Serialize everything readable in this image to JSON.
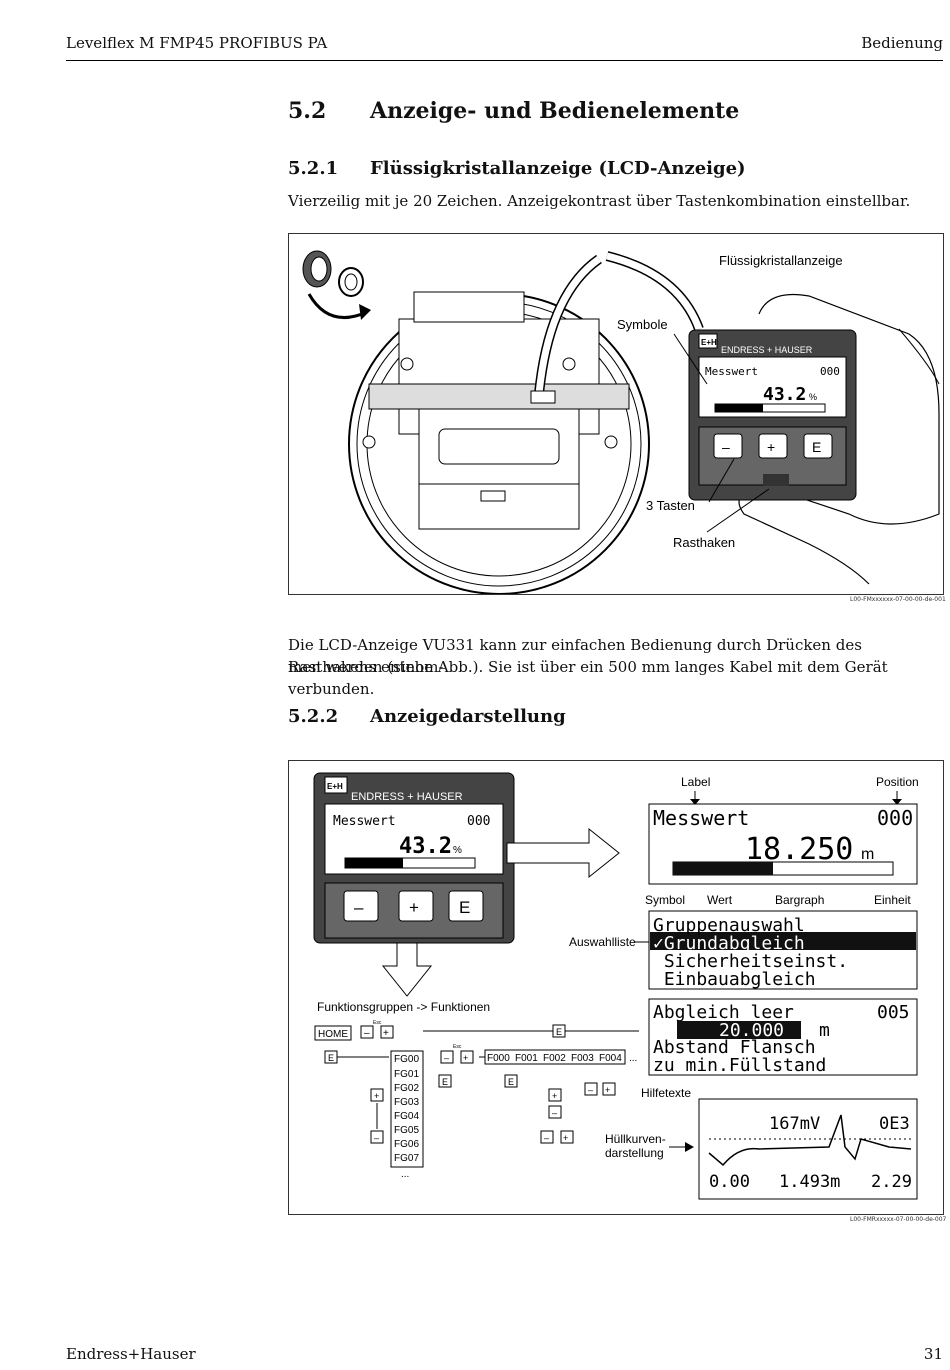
{
  "header": {
    "product": "Levelflex M FMP45 PROFIBUS PA",
    "chapter": "Bedienung"
  },
  "section": {
    "number": "5.2",
    "title": "Anzeige- und Bedienelemente"
  },
  "subsection1": {
    "number": "5.2.1",
    "title": "Flüssigkristallanzeige (LCD-Anzeige)"
  },
  "para1": "Vierzeilig mit je 20 Zeichen. Anzeigekontrast über Tastenkombination einstellbar.",
  "figure1": {
    "label_lcd": "Flüssigkristallanzeige",
    "label_symbols": "Symbole",
    "label_keys": "3 Tasten",
    "label_latch": "Rasthaken",
    "brand": "ENDRESS + HAUSER",
    "logo": "E+H",
    "lcd_line1": "Messwert",
    "lcd_position": "000",
    "lcd_value": "43.2",
    "lcd_unit": "%",
    "key_minus": "–",
    "key_plus": "+",
    "key_e": "E",
    "fig_id": "L00-FMxxxxxx-07-00-00-de-001"
  },
  "para2_line1": "Die LCD-Anzeige VU331 kann zur einfachen Bedienung durch Drücken des Rasthakens entnom-",
  "para2_line2": "men werden (siehe Abb.). Sie ist über ein 500 mm langes Kabel mit dem Gerät verbunden.",
  "subsection2": {
    "number": "5.2.2",
    "title": "Anzeigedarstellung"
  },
  "figure2": {
    "brand": "ENDRESS + HAUSER",
    "logo": "E+H",
    "lcd_line1": "Messwert",
    "lcd_position": "000",
    "lcd_value": "43.2",
    "lcd_unit": "%",
    "key_minus": "–",
    "key_plus": "+",
    "key_e": "E",
    "label_label": "Label",
    "label_position": "Position",
    "big_label": "Messwert",
    "big_position": "000",
    "big_value": "18.250",
    "big_unit": "m",
    "label_symbol": "Symbol",
    "label_wert": "Wert",
    "label_bargraph": "Bargraph",
    "label_einheit": "Einheit",
    "label_auswahlliste": "Auswahlliste",
    "select_lines": [
      "Gruppenauswahl",
      "✓Grundabgleich",
      " Sicherheitseinst.",
      " Einbauabgleich"
    ],
    "label_funktionsgruppen": "Funktionsgruppen -> Funktionen",
    "home": "HOME",
    "esc": "Esc",
    "e": "E",
    "plus": "+",
    "minus": "–",
    "fg_list": [
      "FG00",
      "FG01",
      "FG02",
      "FG03",
      "FG04",
      "FG05",
      "FG06",
      "FG07",
      "..."
    ],
    "f_list": [
      "F000",
      "F001",
      "F002",
      "F003",
      "F004",
      "..."
    ],
    "param_lines": [
      "Abgleich leer",
      "20.000",
      "m",
      "005",
      "Abstand Flansch",
      "zu min.Füllstand"
    ],
    "label_hilfetexte": "Hilfetexte",
    "label_huellkurve1": "Hüllkurven-",
    "label_huellkurve2": "darstellung",
    "env_top_mid": "167mV",
    "env_top_right": "0E3",
    "env_bottom": [
      "0.00",
      "1.493m",
      "2.29"
    ],
    "fig_id": "L00-FMRxxxxx-07-00-00-de-007"
  },
  "footer": {
    "company": "Endress+Hauser",
    "page": "31"
  }
}
